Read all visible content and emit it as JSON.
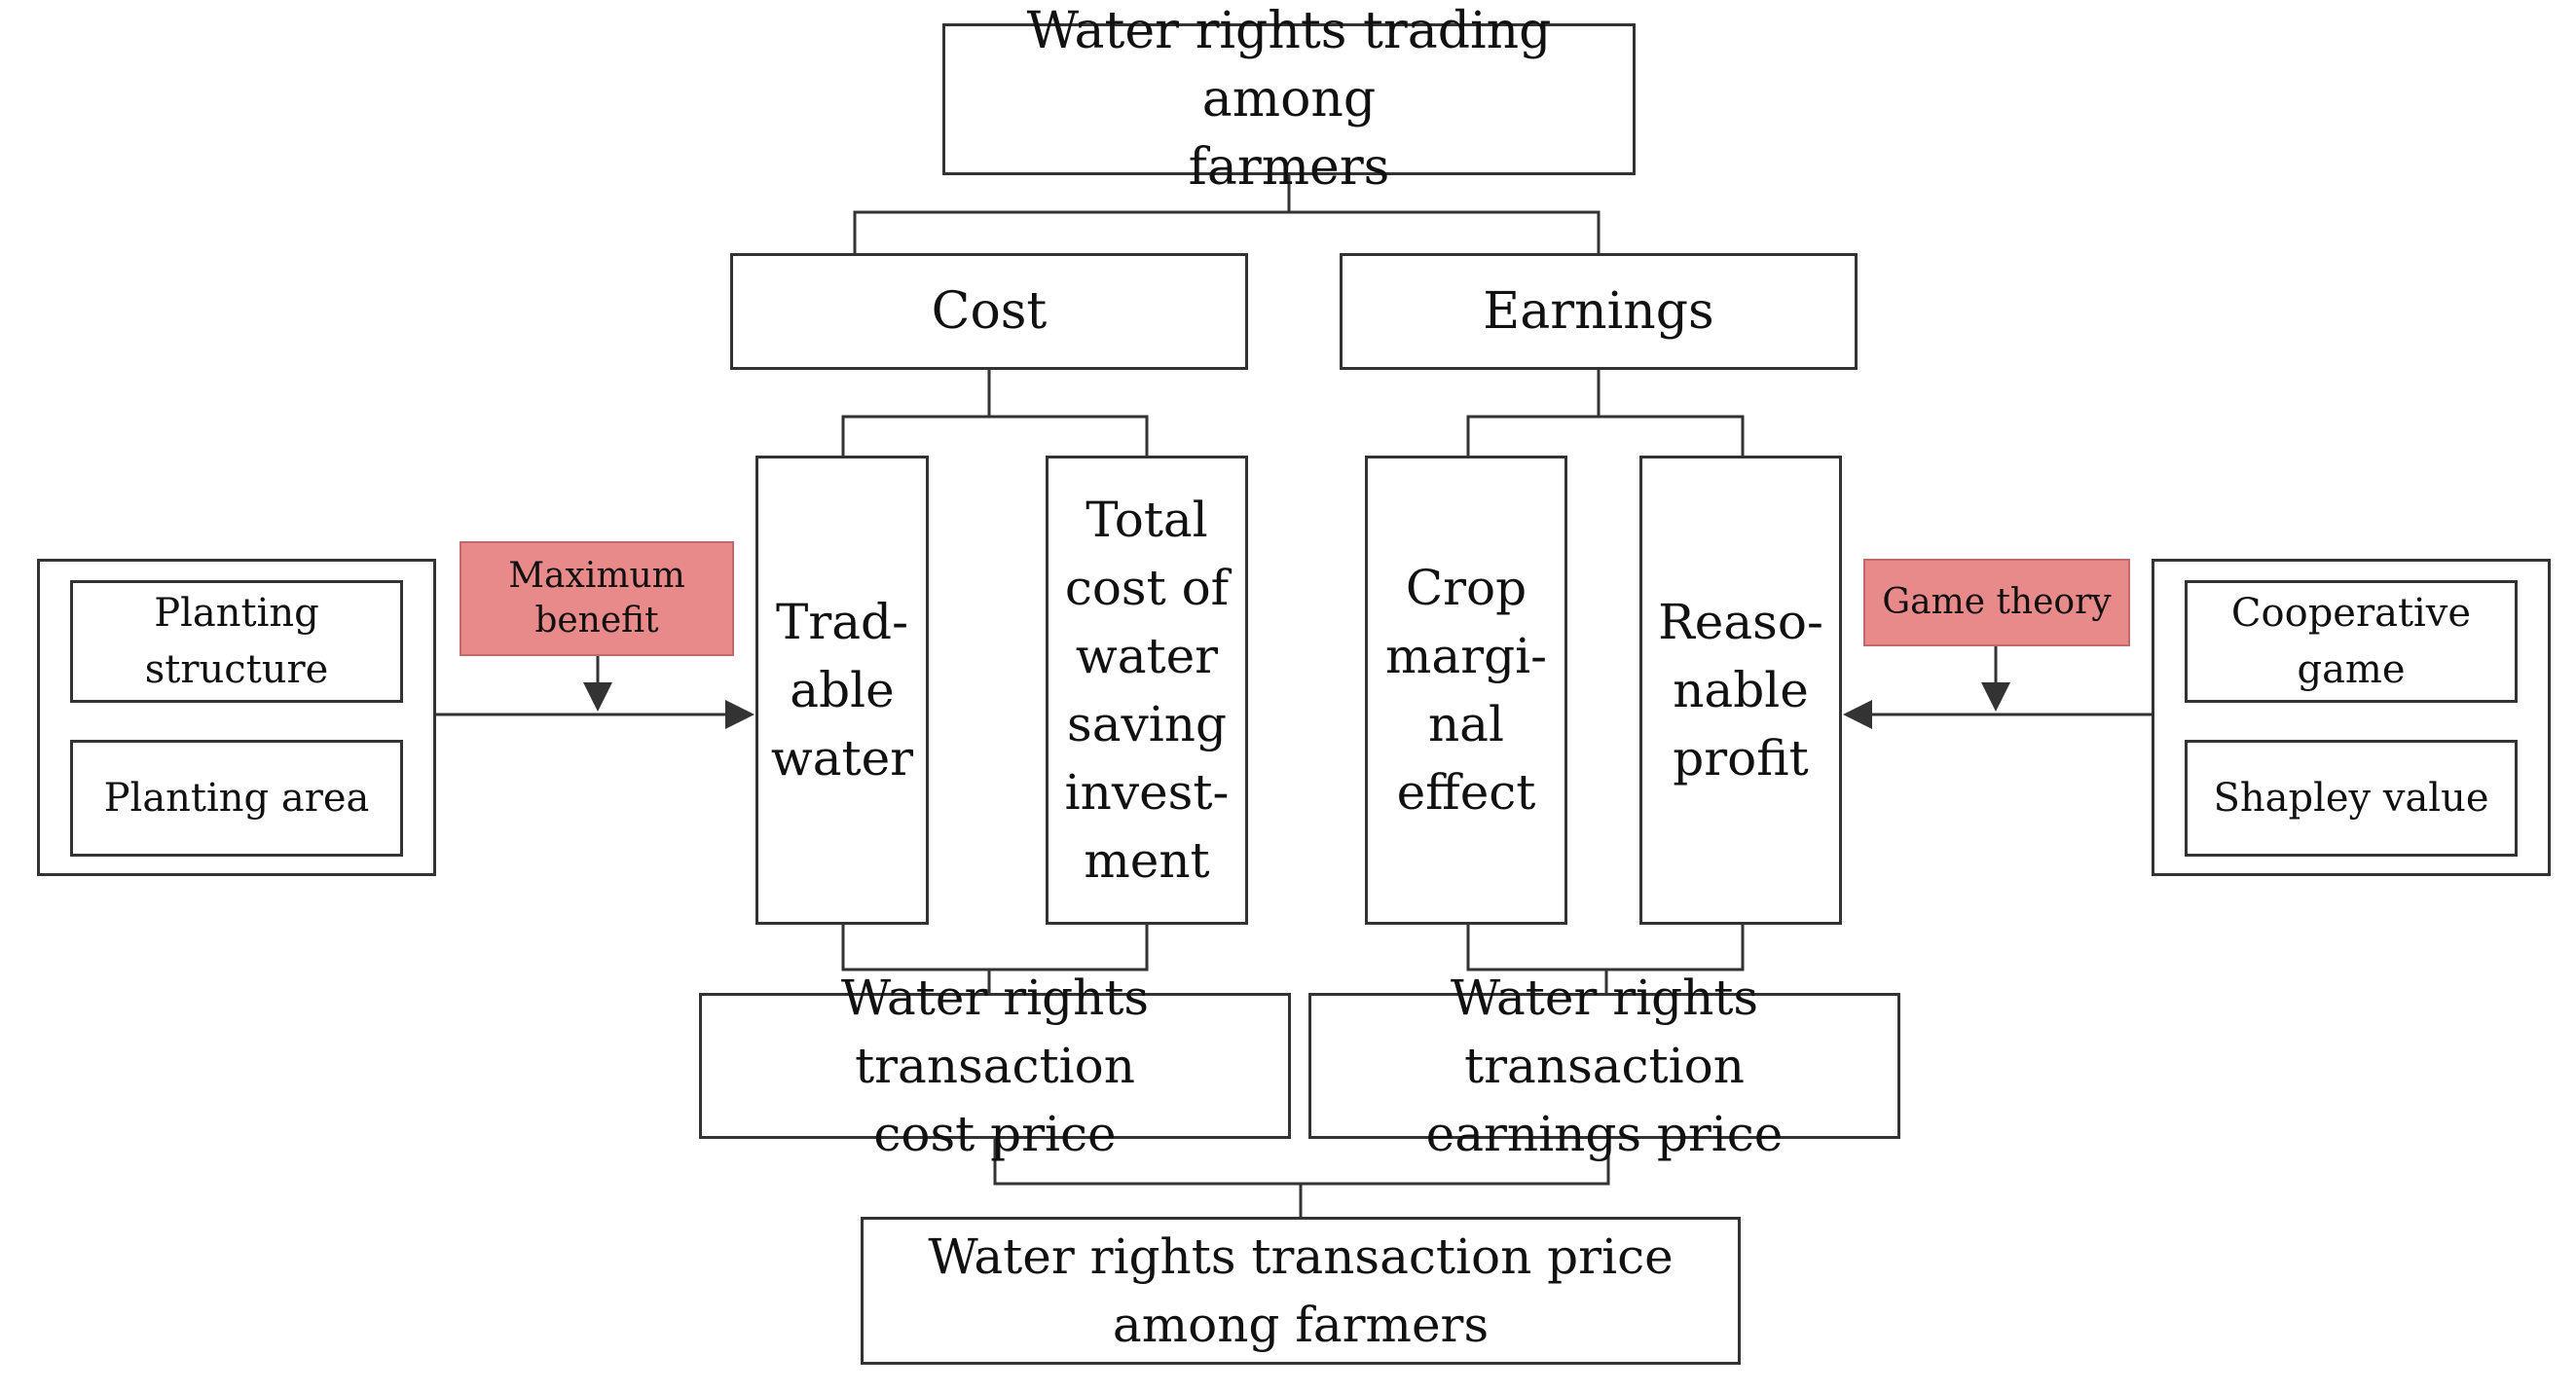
{
  "diagram": {
    "top": "Water rights trading among\nfarmers",
    "cost": "Cost",
    "earnings": "Earnings",
    "tradable_water": "Trad-\nable\nwater",
    "total_cost": "Total\ncost of\nwater\nsaving\ninvest-\nment",
    "crop_marginal": "Crop\nmargi-\nnal\neffect",
    "reasonable_profit": "Reaso-\nnable\nprofit",
    "cost_price": "Water rights transaction\ncost price",
    "earnings_price": "Water rights transaction\nearnings price",
    "final_price": "Water rights transaction price\namong farmers",
    "planting_structure": "Planting\nstructure",
    "planting_area": "Planting area",
    "maximum_benefit": "Maximum\nbenefit",
    "game_theory": "Game theory",
    "cooperative_game": "Cooperative\ngame",
    "shapley_value": "Shapley value"
  },
  "colors": {
    "line": "#333333",
    "highlight": "#e8898a"
  }
}
